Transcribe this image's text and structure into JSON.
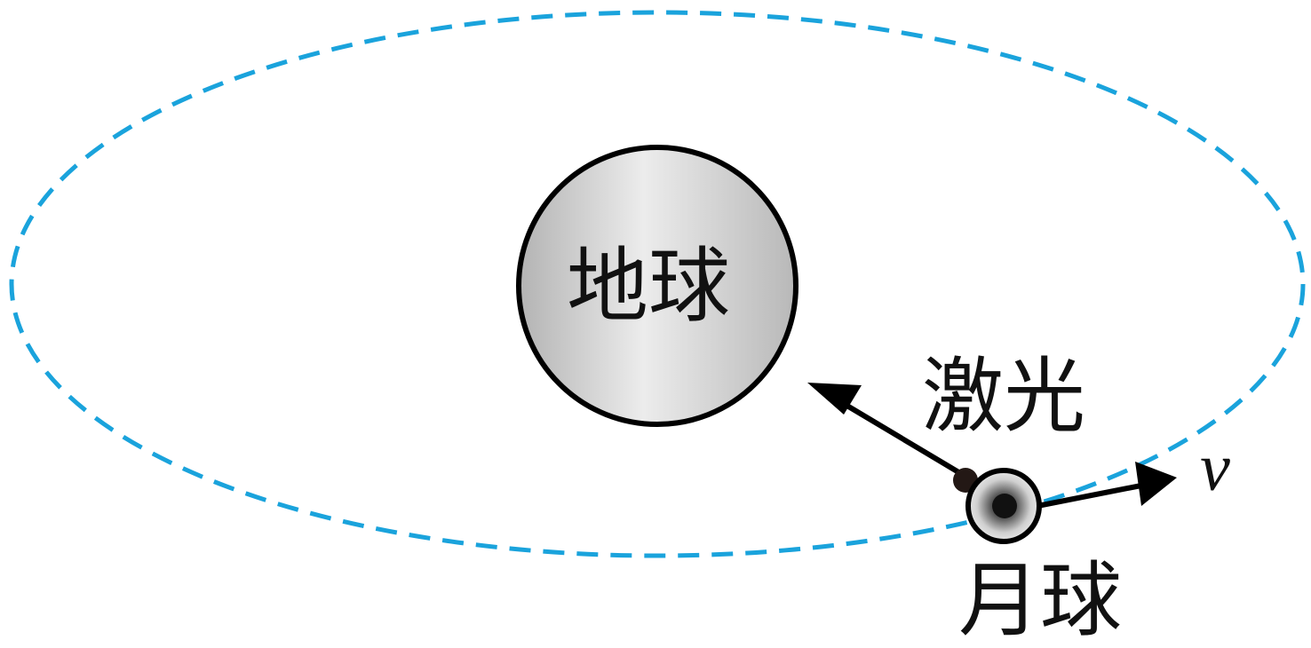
{
  "labels": {
    "earth": "地球",
    "laser": "激光",
    "moon": "月球",
    "velocity": "v"
  },
  "colors": {
    "orbit": "#1aa3dc",
    "outline": "#000000",
    "earth_fill_light": "#ededed",
    "earth_fill_dark": "#b5b5b5",
    "moon_fill_light": "#dcdcdc",
    "moon_fill_dark": "#2a2a2a"
  }
}
